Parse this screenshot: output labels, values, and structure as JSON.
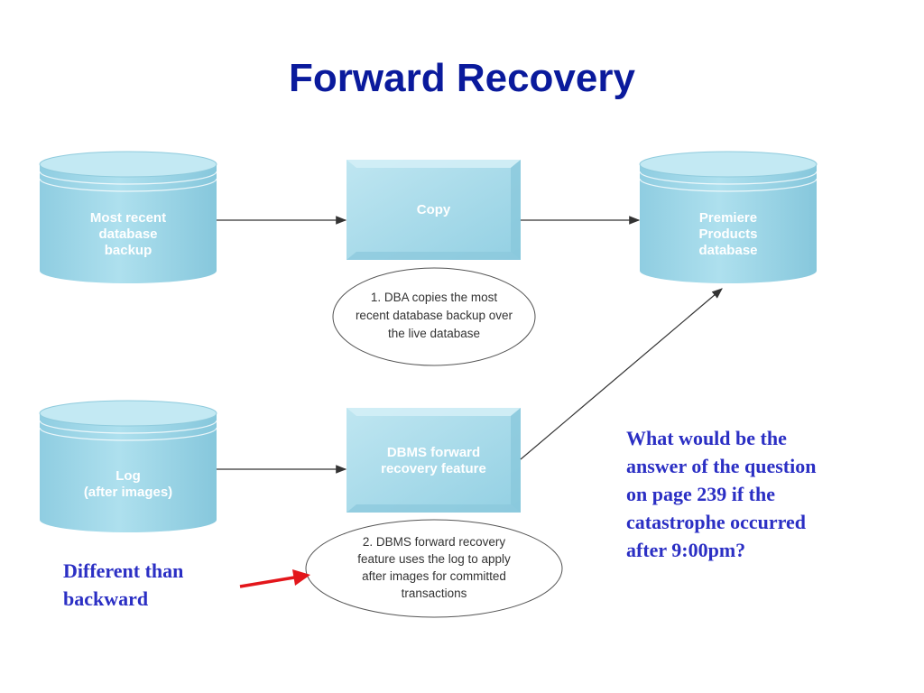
{
  "title": "Forward Recovery",
  "nodes": {
    "backup": "Most recent\ndatabase\nbackup",
    "copy": "Copy",
    "premiere": "Premiere\nProducts\ndatabase",
    "log": "Log\n(after images)",
    "dbms": "DBMS forward\nrecovery feature"
  },
  "notes": {
    "step1": "1.  DBA copies the most\nrecent database backup over\nthe live database",
    "step2": "2.  DBMS forward recovery\nfeature uses the log to apply\nafter images for committed\ntransactions"
  },
  "annotations": {
    "different": "Different than\nbackward",
    "question": "What would be the\nanswer of the question\non page 239 if the\ncatastrophe occurred\nafter 9:00pm?"
  },
  "colors": {
    "title": "#0a1a9c",
    "shape_fill": "#a9dbea",
    "shape_dark": "#7fc3d9",
    "annotation_text": "#2b2fc4",
    "red_arrow": "#e3161b"
  }
}
